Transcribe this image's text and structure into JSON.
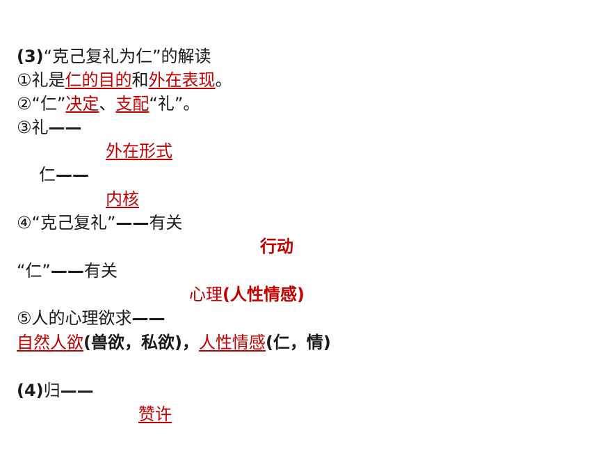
{
  "colors": {
    "text": "#1a1a1a",
    "accent_red": "#c00000",
    "background": "#ffffff"
  },
  "section3": {
    "heading_num": "(3)",
    "heading_text": "“克己复礼为仁”的解读",
    "item1": {
      "prefix": "①礼是",
      "answer1": "仁的目的",
      "mid": "和",
      "answer2": "外在表现",
      "suffix": "。"
    },
    "item2": {
      "prefix": "②“仁”",
      "answer1": "决定",
      "mid": "、",
      "answer2": "支配",
      "suffix": "“礼”。"
    },
    "item3": {
      "li_label": "③礼",
      "li_dash": "——",
      "li_answer": "外在形式",
      "ren_label": "仁",
      "ren_dash": "——",
      "ren_answer": "内核"
    },
    "item4": {
      "line1_a": "④“克己复礼”",
      "line1_dash": "——",
      "line1_b": "有关",
      "answer1": "行动",
      "line2_a": "“仁”",
      "line2_dash": "——",
      "line2_b": "有关",
      "answer2_a": "心理",
      "answer2_b": "(人性情感)"
    },
    "item5": {
      "label": "⑤人的心理欲求",
      "dash": "——",
      "answer1": "自然人欲",
      "note1": "(兽欲，私欲)，",
      "answer2": "人性情感",
      "note2": "(仁，情)"
    }
  },
  "section4": {
    "heading_num": "(4)",
    "heading_text": "归",
    "dash": "——",
    "answer": "赞许"
  }
}
